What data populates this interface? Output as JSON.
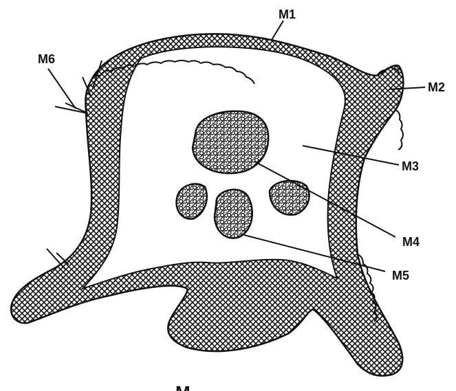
{
  "diagram": {
    "labels": {
      "m1": "M1",
      "m2": "M2",
      "m3": "M3",
      "m4": "M4",
      "m5": "M5",
      "m6": "M6"
    },
    "caption": "M"
  },
  "colors": {
    "ink": "#111111",
    "background": "#ffffff"
  }
}
